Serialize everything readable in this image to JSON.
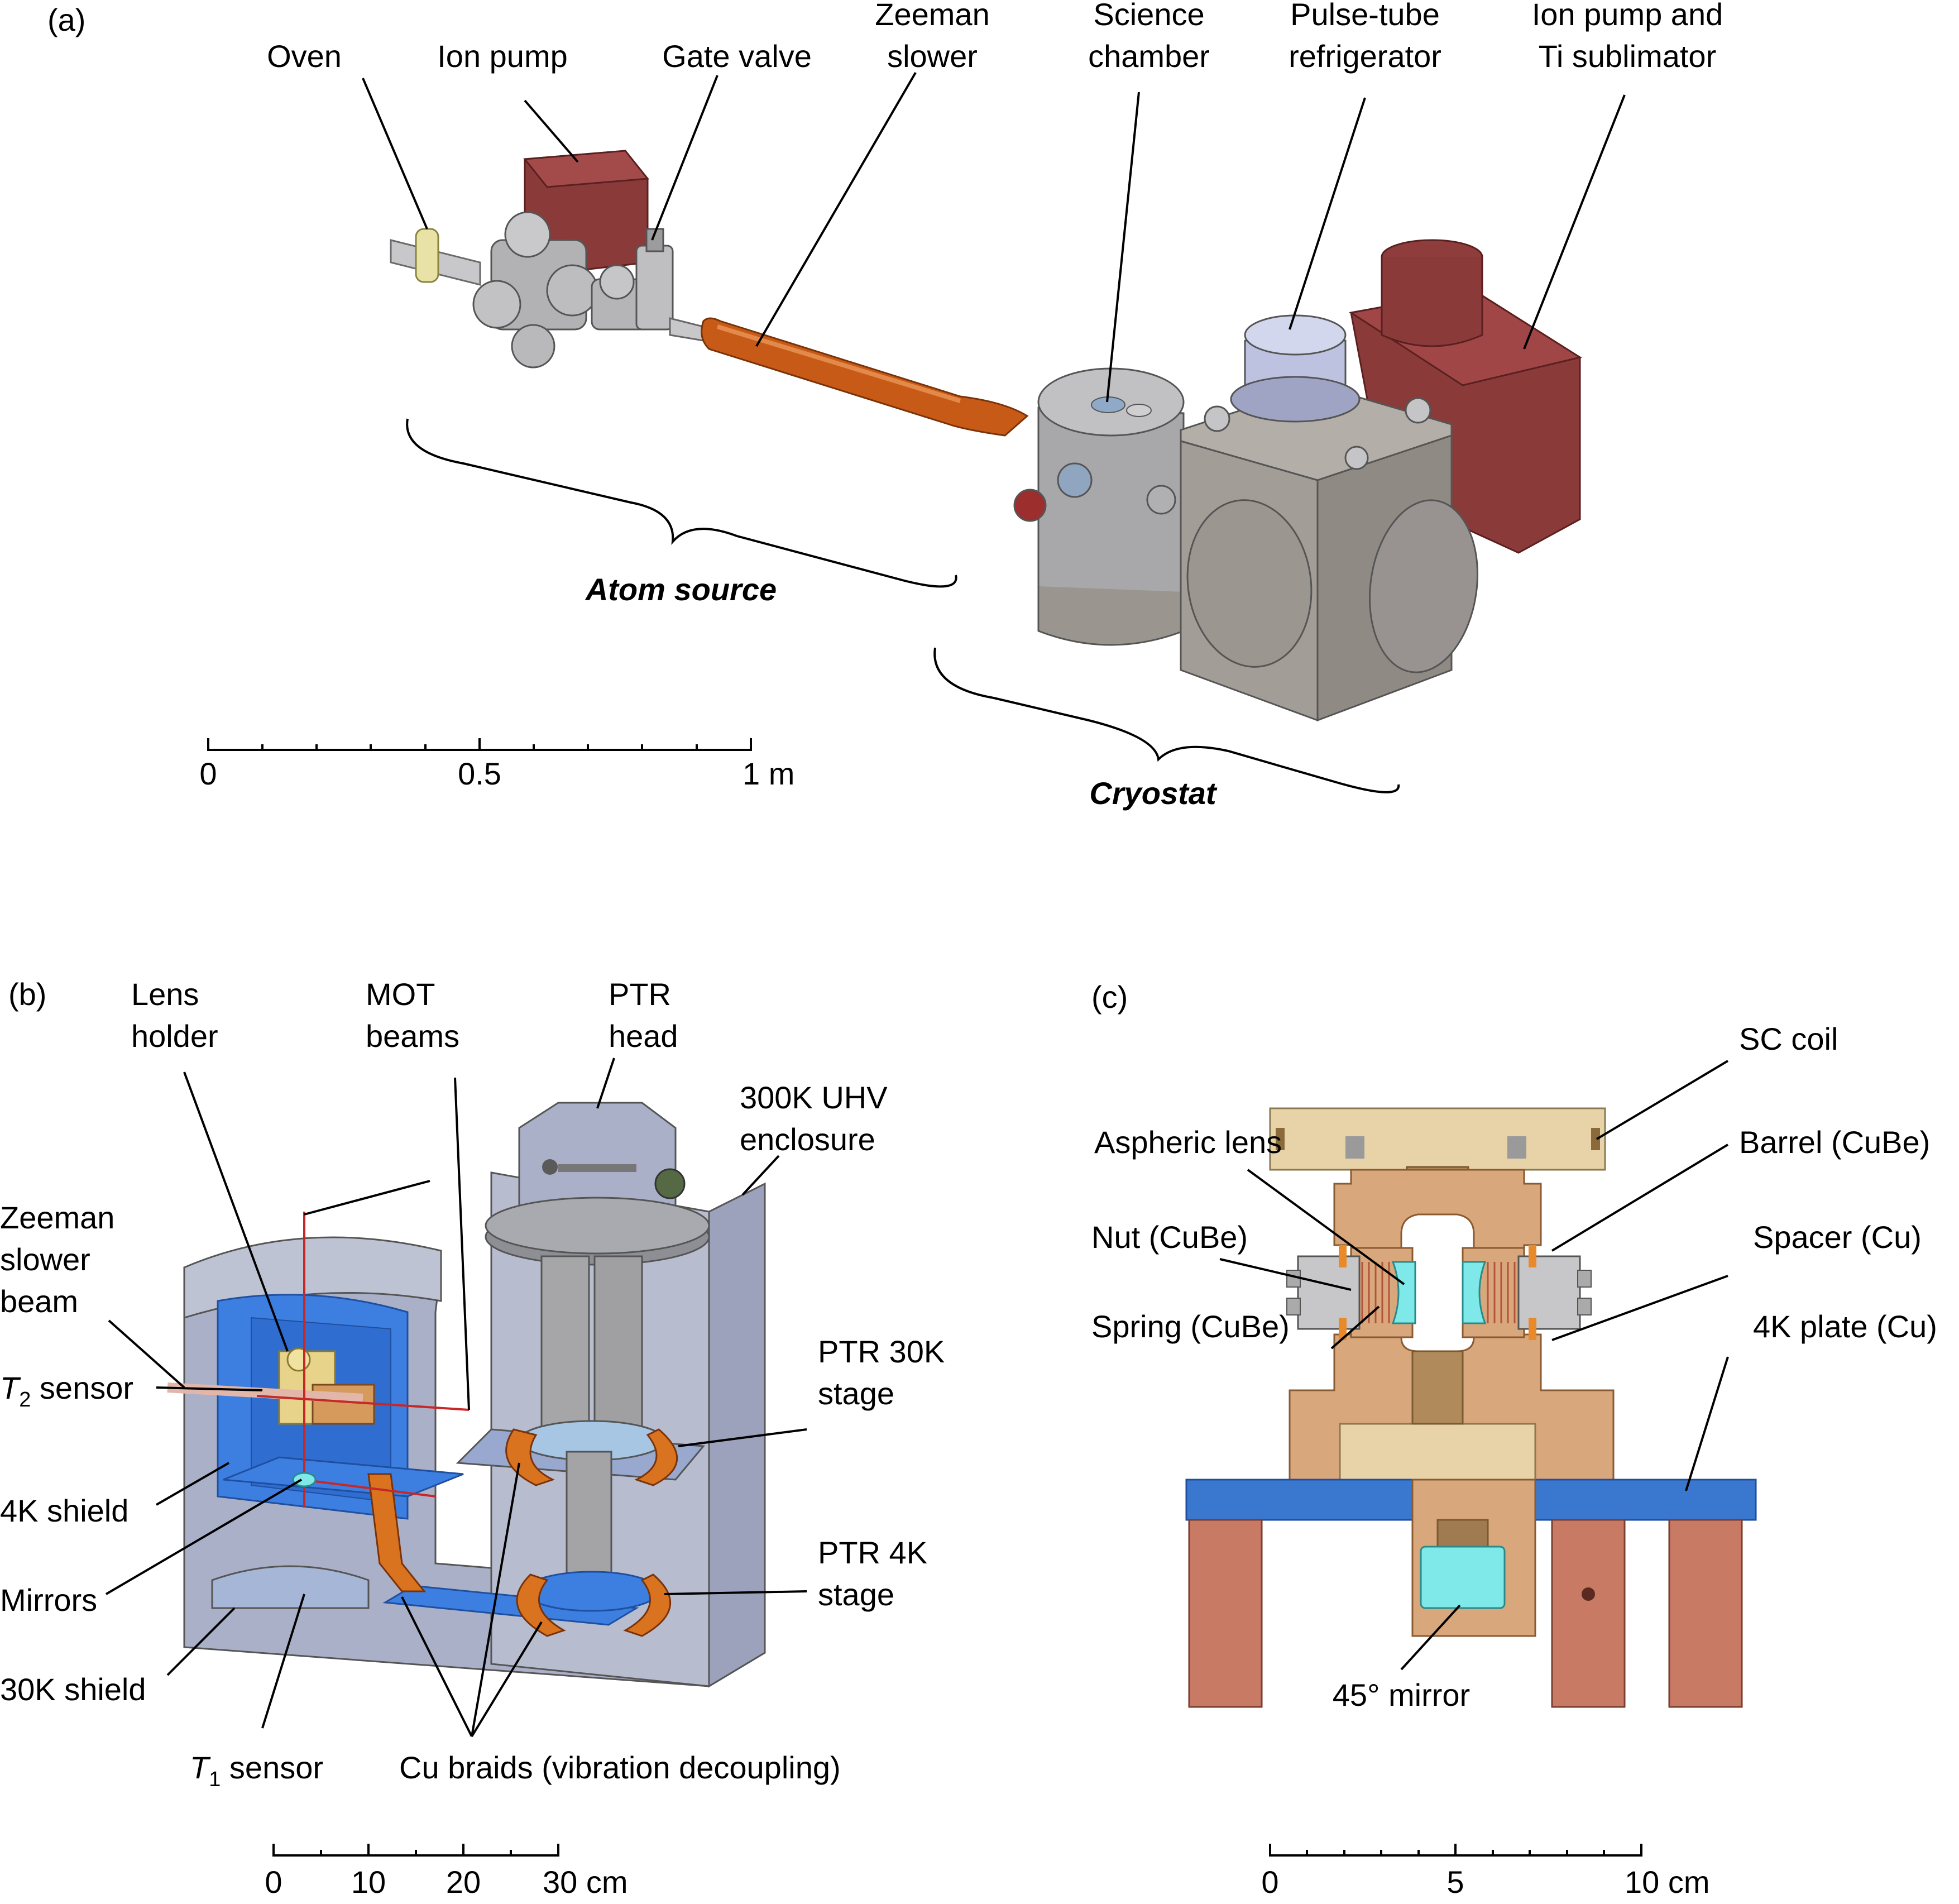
{
  "panels": {
    "a": {
      "tag": "(a)",
      "labels": {
        "oven": "Oven",
        "ion_pump": "Ion pump",
        "gate_valve": "Gate valve",
        "zeeman_1": "Zeeman",
        "zeeman_2": "slower",
        "science_1": "Science",
        "science_2": "chamber",
        "ptr_1": "Pulse-tube",
        "ptr_2": "refrigerator",
        "ionti_1": "Ion pump and",
        "ionti_2": "Ti sublimator",
        "atom_source": "Atom source",
        "cryostat": "Cryostat"
      },
      "scale": {
        "ticks": [
          "0",
          "0.5",
          "1 m"
        ]
      }
    },
    "b": {
      "tag": "(b)",
      "labels": {
        "lens_1": "Lens",
        "lens_2": "holder",
        "mot_1": "MOT",
        "mot_2": "beams",
        "ptrhead_1": "PTR",
        "ptrhead_2": "head",
        "uhv_1": "300K UHV",
        "uhv_2": "enclosure",
        "zsb_1": "Zeeman",
        "zsb_2": "slower",
        "zsb_3": "beam",
        "t2_var": "T",
        "t2_sub": "2",
        "t2_rest": " sensor",
        "shield4k": "4K shield",
        "mirrors": "Mirrors",
        "shield30k": "30K shield",
        "t1_var": "T",
        "t1_sub": "1",
        "t1_rest": " sensor",
        "ptr30_1": "PTR 30K",
        "ptr30_2": "stage",
        "ptr4_1": "PTR 4K",
        "ptr4_2": "stage",
        "braids": "Cu braids (vibration decoupling)"
      },
      "scale": {
        "ticks": [
          "0",
          "10",
          "20",
          "30 cm"
        ]
      }
    },
    "c": {
      "tag": "(c)",
      "labels": {
        "sc_coil": "SC coil",
        "aspheric": "Aspheric lens",
        "barrel": "Barrel (CuBe)",
        "nut": "Nut (CuBe)",
        "spacer": "Spacer (Cu)",
        "spring": "Spring (CuBe)",
        "plate4k": "4K plate (Cu)",
        "mirror45": "45° mirror"
      },
      "scale": {
        "ticks": [
          "0",
          "5",
          "10 cm"
        ]
      }
    }
  },
  "colors": {
    "stainless": "#a9a9ab",
    "ion_pump": "#8b3a3a",
    "zeeman": "#c85a17",
    "oven": "#e9e2a6",
    "cryostat_gray": "#a29d97",
    "shield_blue": "#3c7fe0",
    "enclosure_lavender": "#aab0c8",
    "copper_braid": "#d9731f",
    "copper_tan": "#d9a77c",
    "plate_blue": "#3a78d0",
    "optic_cyan": "#7fe8e8",
    "coil_tan": "#e8d3a8"
  }
}
